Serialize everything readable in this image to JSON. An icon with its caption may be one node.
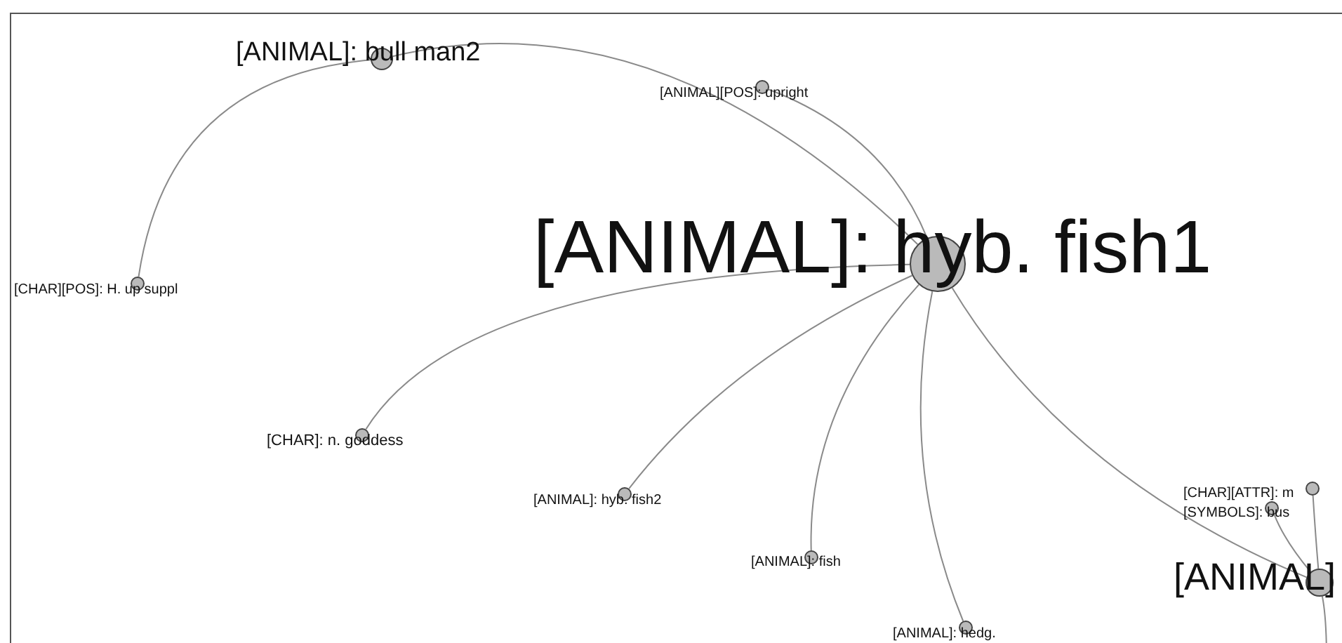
{
  "diagram": {
    "nodes": [
      {
        "text": [
          "[ANIMAL]: bull man2"
        ]
      },
      {
        "text": [
          "[ANIMAL][POS]: upright"
        ]
      },
      {
        "text": [
          "[ANIMAL]: hyb. fish1"
        ]
      },
      {
        "text": [
          "[CHAR][POS]: H. up suppl"
        ]
      },
      {
        "text": [
          "[CHAR]: n. goddess"
        ]
      },
      {
        "text": [
          "[ANIMAL]: hyb. fish2"
        ]
      },
      {
        "text": [
          "[ANIMAL]: fish"
        ]
      },
      {
        "text": [
          "[ANIMAL]: hedg."
        ]
      },
      {
        "text": [
          "[CHAR][ATTR]: m"
        ]
      },
      {
        "text": [
          "[SYMBOLS]: bus"
        ]
      },
      {
        "text": [
          "[ANIMAL]"
        ]
      }
    ],
    "edges": [
      {
        "from": 0,
        "to": 2,
        "arrow": "none"
      },
      {
        "from": 0,
        "to": 3,
        "arrow": "none"
      },
      {
        "from": 1,
        "to": 2,
        "arrow": "none"
      },
      {
        "from": 2,
        "to": 4,
        "arrow": "none"
      },
      {
        "from": 2,
        "to": 5,
        "arrow": "none"
      },
      {
        "from": 2,
        "to": 6,
        "arrow": "none"
      },
      {
        "from": 2,
        "to": 7,
        "arrow": "none"
      },
      {
        "from": 2,
        "to": 10,
        "arrow": "none"
      },
      {
        "from": 10,
        "to": 8,
        "arrow": "none"
      },
      {
        "from": 10,
        "to": 9,
        "arrow": "none"
      },
      {
        "from": 10,
        "to": null,
        "arrow": "none"
      }
    ]
  }
}
